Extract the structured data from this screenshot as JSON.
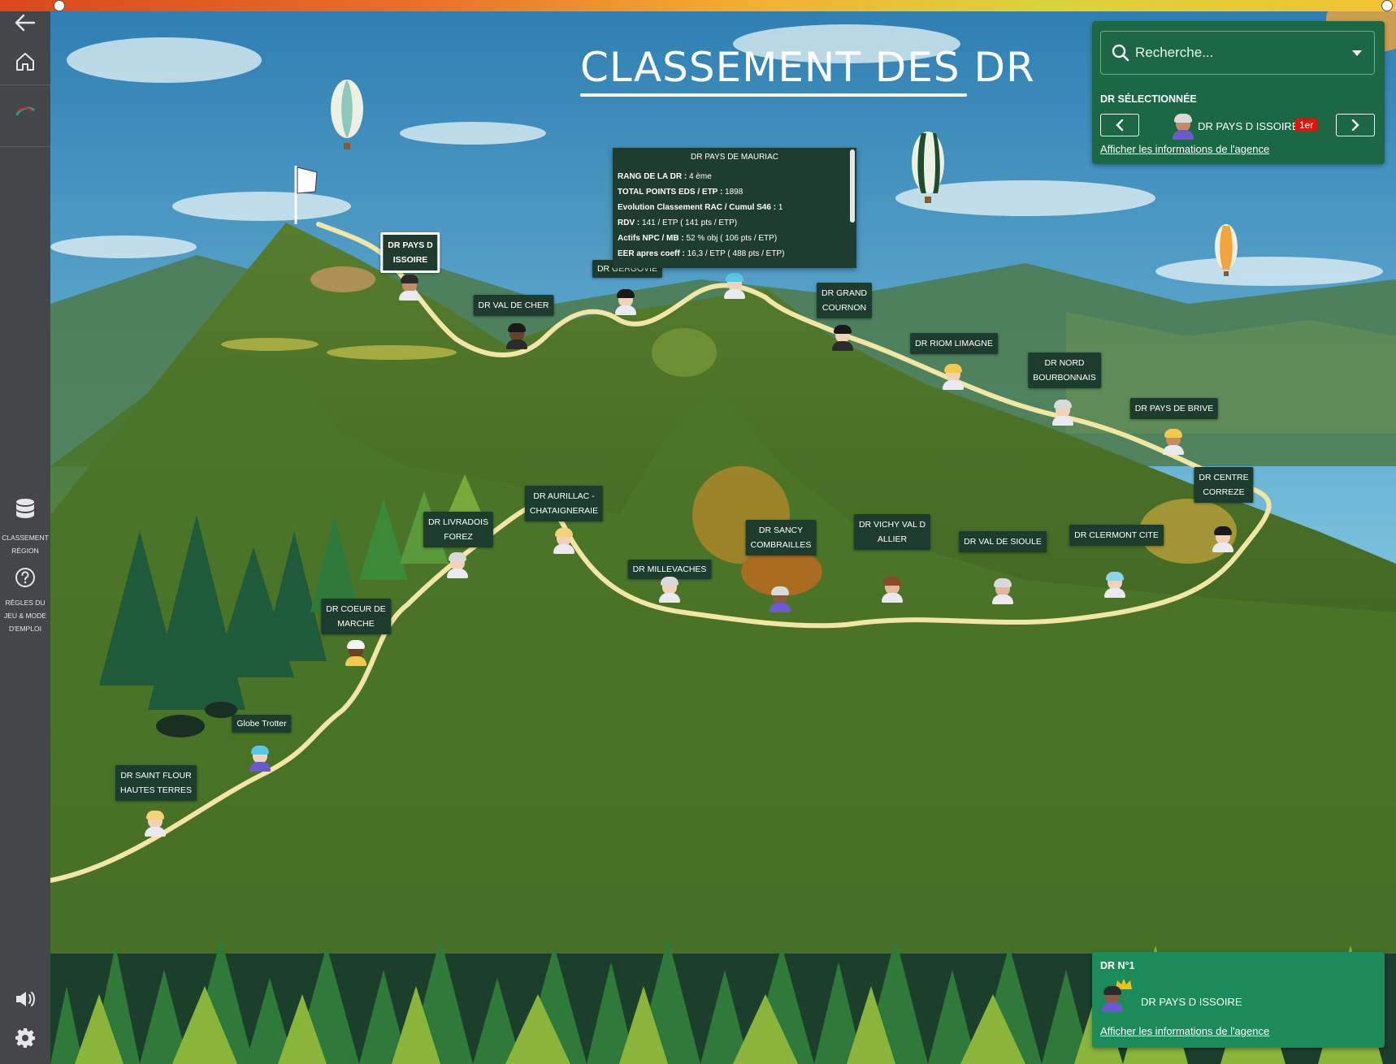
{
  "title": "CLASSEMENT DES DR",
  "sidebar": {
    "back_icon": "arrow-left-icon",
    "home_icon": "home-icon",
    "logo_icon": "credit-agricole-logo-icon",
    "classement_label": "CLASSEMENT RÉGION",
    "regles_label": "RÈGLES DU JEU & MODE D'EMPLOI",
    "sound_icon": "speaker-icon",
    "settings_icon": "gear-icon"
  },
  "search": {
    "placeholder": "Recherche...",
    "selected_title": "DR SÉLECTIONNÉE",
    "selected_name": "DR PAYS D ISSOIRE",
    "selected_rank": "1er",
    "link": "Afficher les informations de l'agence"
  },
  "top": {
    "title": "DR N°1",
    "name": "DR PAYS D ISSOIRE",
    "link": "Afficher les informations de l'agence"
  },
  "tooltip": {
    "title": "DR PAYS DE MAURIAC",
    "rows": [
      {
        "k": "RANG DE LA DR :",
        "v": " 4 ème"
      },
      {
        "k": "TOTAL POINTS EDS / ETP :",
        "v": " 1898"
      },
      {
        "k": "Evolution Classement RAC / Cumul S46 :",
        "v": " 1"
      },
      {
        "k": "RDV :",
        "v": " 141 / ETP ( 141 pts / ETP)"
      },
      {
        "k": "Actifs NPC / MB :",
        "v": " 52 % obj ( 106 pts / ETP)"
      },
      {
        "k": "EER apres coeff :",
        "v": " 16,3 / ETP ( 488 pts / ETP)"
      }
    ]
  },
  "labels": [
    {
      "id": "issoire",
      "l1": "DR PAYS D",
      "l2": "ISSOIRE"
    },
    {
      "id": "val-de-cher",
      "l1": "DR VAL DE CHER",
      "l2": ""
    },
    {
      "id": "gergovie",
      "l1": "DR GERGOVIE",
      "l2": ""
    },
    {
      "id": "grand-cournon",
      "l1": "DR GRAND",
      "l2": "COURNON"
    },
    {
      "id": "riom",
      "l1": "DR RIOM LIMAGNE",
      "l2": ""
    },
    {
      "id": "nord-bourbonnais",
      "l1": "DR NORD",
      "l2": "BOURBONNAIS"
    },
    {
      "id": "pays-de-brive",
      "l1": "DR PAYS DE BRIVE",
      "l2": ""
    },
    {
      "id": "centre-correze",
      "l1": "DR CENTRE",
      "l2": "CORREZE"
    },
    {
      "id": "clermont-cite",
      "l1": "DR CLERMONT CITE",
      "l2": ""
    },
    {
      "id": "val-de-sioule",
      "l1": "DR VAL DE SIOULE",
      "l2": ""
    },
    {
      "id": "vichy",
      "l1": "DR VICHY VAL D",
      "l2": "ALLIER"
    },
    {
      "id": "sancy",
      "l1": "DR SANCY",
      "l2": "COMBRAILLES"
    },
    {
      "id": "millevaches",
      "l1": "DR MILLEVACHES",
      "l2": ""
    },
    {
      "id": "aurillac",
      "l1": "DR AURILLAC -",
      "l2": "CHATAIGNERAIE"
    },
    {
      "id": "livradois",
      "l1": "DR LIVRADOIS",
      "l2": "FOREZ"
    },
    {
      "id": "coeur-de-marche",
      "l1": "DR COEUR DE",
      "l2": "MARCHE"
    },
    {
      "id": "globe-trotter",
      "l1": "Globe Trotter",
      "l2": ""
    },
    {
      "id": "saint-flour",
      "l1": "DR SAINT FLOUR",
      "l2": "HAUTES TERRES"
    }
  ],
  "colors": {
    "panel": "#1c6845",
    "panel_top": "#1d8a5a",
    "label_bg": "#1e3c2e",
    "rank_badge": "#e3120b",
    "trail": "#f2e6a4"
  }
}
